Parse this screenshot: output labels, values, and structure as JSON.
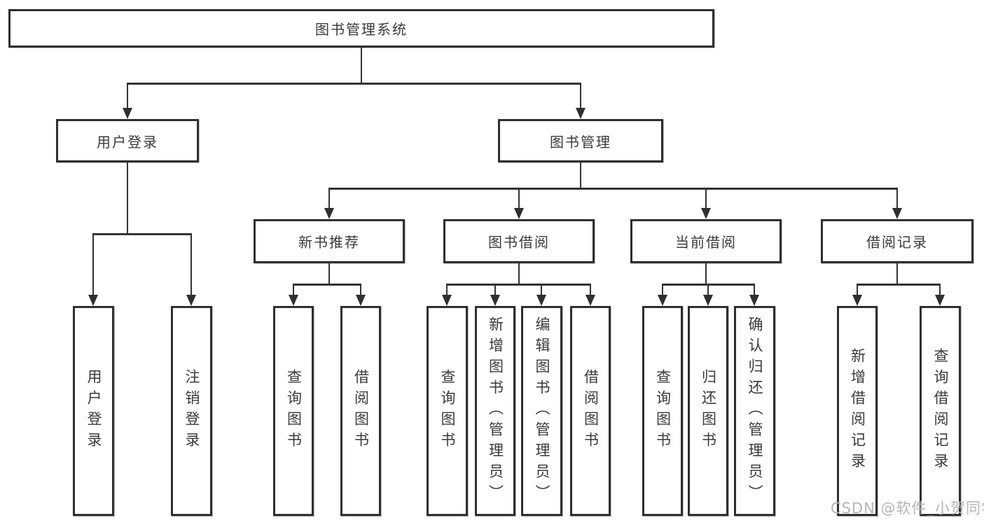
{
  "diagram": {
    "root": {
      "label": "图书管理系统"
    },
    "level2": [
      {
        "label": "用户登录"
      },
      {
        "label": "图书管理"
      }
    ],
    "level3": [
      {
        "label": "新书推荐"
      },
      {
        "label": "图书借阅"
      },
      {
        "label": "当前借阅"
      },
      {
        "label": "借阅记录"
      }
    ],
    "leaves": {
      "user_login": [
        "用户登录",
        "注销登录"
      ],
      "new_book": [
        "查询图书",
        "借阅图书"
      ],
      "book_borrow": [
        "查询图书",
        "新增图书（管理员）",
        "编辑图书（管理员）",
        "借阅图书"
      ],
      "current_borrow": [
        "查询图书",
        "归还图书",
        "确认归还（管理员）"
      ],
      "borrow_record": [
        "新增借阅记录",
        "查询借阅记录"
      ]
    }
  },
  "watermark": {
    "text": "CSDN @软件_小贺同学"
  },
  "colors": {
    "line": "#333333",
    "box_border": "#2f2f2f",
    "text": "#3a3a3a",
    "background": "#ffffff",
    "watermark": "#b5b5b5"
  }
}
